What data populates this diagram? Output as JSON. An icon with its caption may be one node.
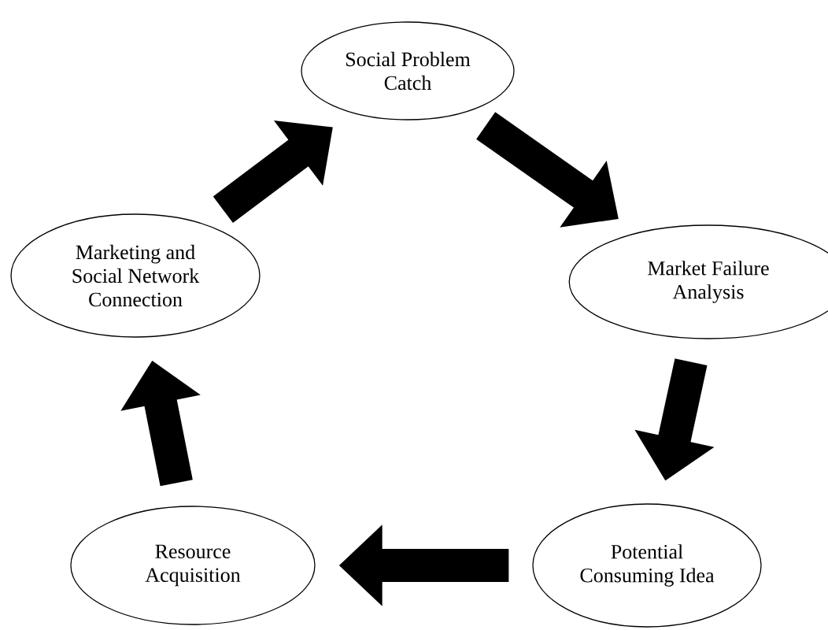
{
  "diagram": {
    "nodes": [
      {
        "text": [
          "Social Problem Catch"
        ]
      },
      {
        "text": [
          "Market Failure Analysis"
        ]
      },
      {
        "text": [
          "Potential Consuming Idea"
        ]
      },
      {
        "text": [
          "Resource Acquisition"
        ]
      },
      {
        "text": [
          "Marketing and Social Network Connection"
        ]
      }
    ],
    "edges": [
      {
        "from": 0,
        "to": 1,
        "arrow": "to"
      },
      {
        "from": 1,
        "to": 2,
        "arrow": "to"
      },
      {
        "from": 2,
        "to": 3,
        "arrow": "to"
      },
      {
        "from": 3,
        "to": 4,
        "arrow": "to"
      },
      {
        "from": 4,
        "to": 0,
        "arrow": "to"
      }
    ]
  }
}
